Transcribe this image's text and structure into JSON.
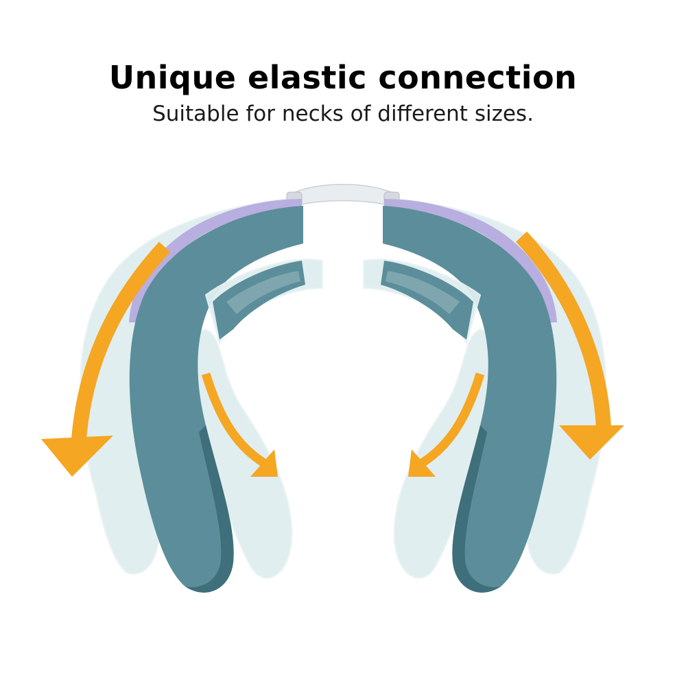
{
  "headline": "Unique elastic connection",
  "subline": "Suitable for necks of different sizes.",
  "product": {
    "icon": "neck-massager-illustration",
    "colors": {
      "body": "#5b8e9a",
      "body_dark": "#3f6f7b",
      "ghost": "#dfeef0",
      "lavender": "#b9aee0",
      "band": "#e9edf0",
      "arrow": "#f5a623"
    }
  }
}
